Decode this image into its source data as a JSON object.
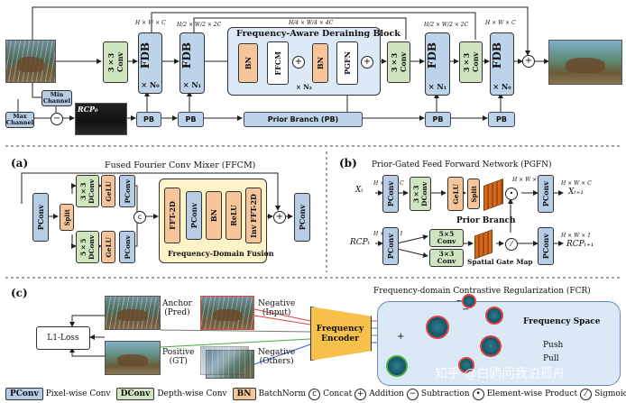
{
  "top": {
    "frequency_block_title": "Frequency-Aware Deraining Block",
    "min_channel": "Min Channel",
    "max_channel": "Max Channel",
    "rcp0": "RCP₀",
    "conv3x3": "3×3 Conv",
    "fdb": "FDB",
    "pb": "PB",
    "prior_branch": "Prior Branch (PB)",
    "bn": "BN",
    "ffcm": "FFCM",
    "pgfn": "PGFN",
    "n0": "× N₀",
    "n1": "× N₁",
    "n2": "× N₂",
    "dims": [
      "H × W × C",
      "H/2 × W/2 × 2C",
      "H/4 × W/4 × 4C",
      "H/2 × W/2 × 2C",
      "H × W × C"
    ]
  },
  "panel_a": {
    "label": "(a)",
    "title": "Fused Fourier Conv Mixer (FFCM)",
    "pconv": "PConv",
    "split": "Split",
    "dconv3": "3×3 DConv",
    "dconv5": "5×5 DConv",
    "gelu": "GeLU",
    "concat": "c",
    "fft": "FFT-2D",
    "bn": "BN",
    "relu": "ReLU",
    "ifft": "Inv FFT-2D",
    "fusion": "Frequency-Domain Fusion"
  },
  "panel_b": {
    "label": "(b)",
    "title": "Prior-Gated Feed Forward Network (PGFN)",
    "xt": "Xₜ",
    "xt1": "Xₜ₊₁",
    "rcpt": "RCPₜ",
    "rcpt1": "RCPₜ₊₁",
    "pconv": "PConv",
    "dconv3": "3×3 DConv",
    "gelu": "GeLU",
    "split": "Split",
    "prior_branch": "Prior Branch",
    "conv5": "5×5 Conv",
    "conv3": "3×3 Conv",
    "gate_map": "Spatial Gate Map",
    "dim1": "H × W × C",
    "dim2": "H × W × 2C",
    "dim3": "H × W × C",
    "dim4": "H × W × 1",
    "dim5": "H × W × 1"
  },
  "panel_c": {
    "label": "(c)",
    "title": "Frequency-domain Contrastive Regularization (FCR)",
    "anchor": "Anchor",
    "anchor_sub": "(Pred)",
    "negative_input": "Negative",
    "negative_input_sub": "(Input)",
    "positive": "Positive",
    "positive_sub": "(GT)",
    "negative_others": "Negative",
    "negative_others_sub": "(Others)",
    "l1": "L1-Loss",
    "encoder": "Frequency Encoder",
    "space": "Frequency Space",
    "push": "Push",
    "pull": "Pull"
  },
  "legend": {
    "pconv": "PConv",
    "pconv_text": "Pixel-wise Conv",
    "dconv": "DConv",
    "dconv_text": "Depth-wise Conv",
    "bn": "BN",
    "bn_text": "BatchNorm",
    "concat_text": "Concat",
    "add_text": "Addition",
    "sub_text": "Subtraction",
    "mul_text": "Element-wise Product",
    "sig_text": "Sigmoid"
  },
  "watermark": "知乎 @白鸥问我泊孤舟",
  "colors": {
    "pconv": "#b7cde6",
    "dconv": "#cfe5c0",
    "bn": "#f7c59a",
    "panel_bg": "#e8f1fb",
    "fusion_bg": "#fdf3c8"
  }
}
